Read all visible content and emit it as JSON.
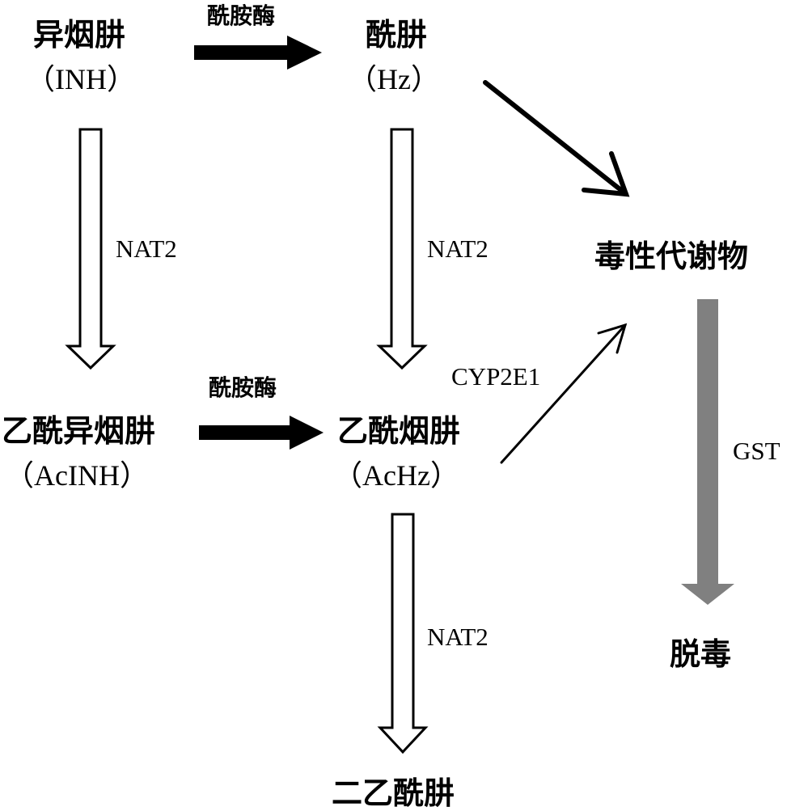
{
  "nodes": {
    "inh": {
      "name": "异烟肼",
      "abbr": "（INH）"
    },
    "hz": {
      "name": "酰肼",
      "abbr": "（Hz）"
    },
    "acinh": {
      "name": "乙酰异烟肼",
      "abbr": "（AcINH）"
    },
    "achz": {
      "name": "乙酰烟肼",
      "abbr": "（AcHz）"
    },
    "toxic": {
      "name": "毒性代谢物"
    },
    "diachz": {
      "name": "二乙酰肼"
    },
    "detox": {
      "name": "脱毒"
    }
  },
  "enzymes": {
    "amidase_top": "酰胺酶",
    "amidase_mid": "酰胺酶",
    "nat2_left": "NAT2",
    "nat2_mid": "NAT2",
    "nat2_bottom": "NAT2",
    "cyp2e1": "CYP2E1",
    "gst": "GST"
  },
  "colors": {
    "black": "#000000",
    "gst_arrow": "#808080",
    "background": "#ffffff"
  }
}
